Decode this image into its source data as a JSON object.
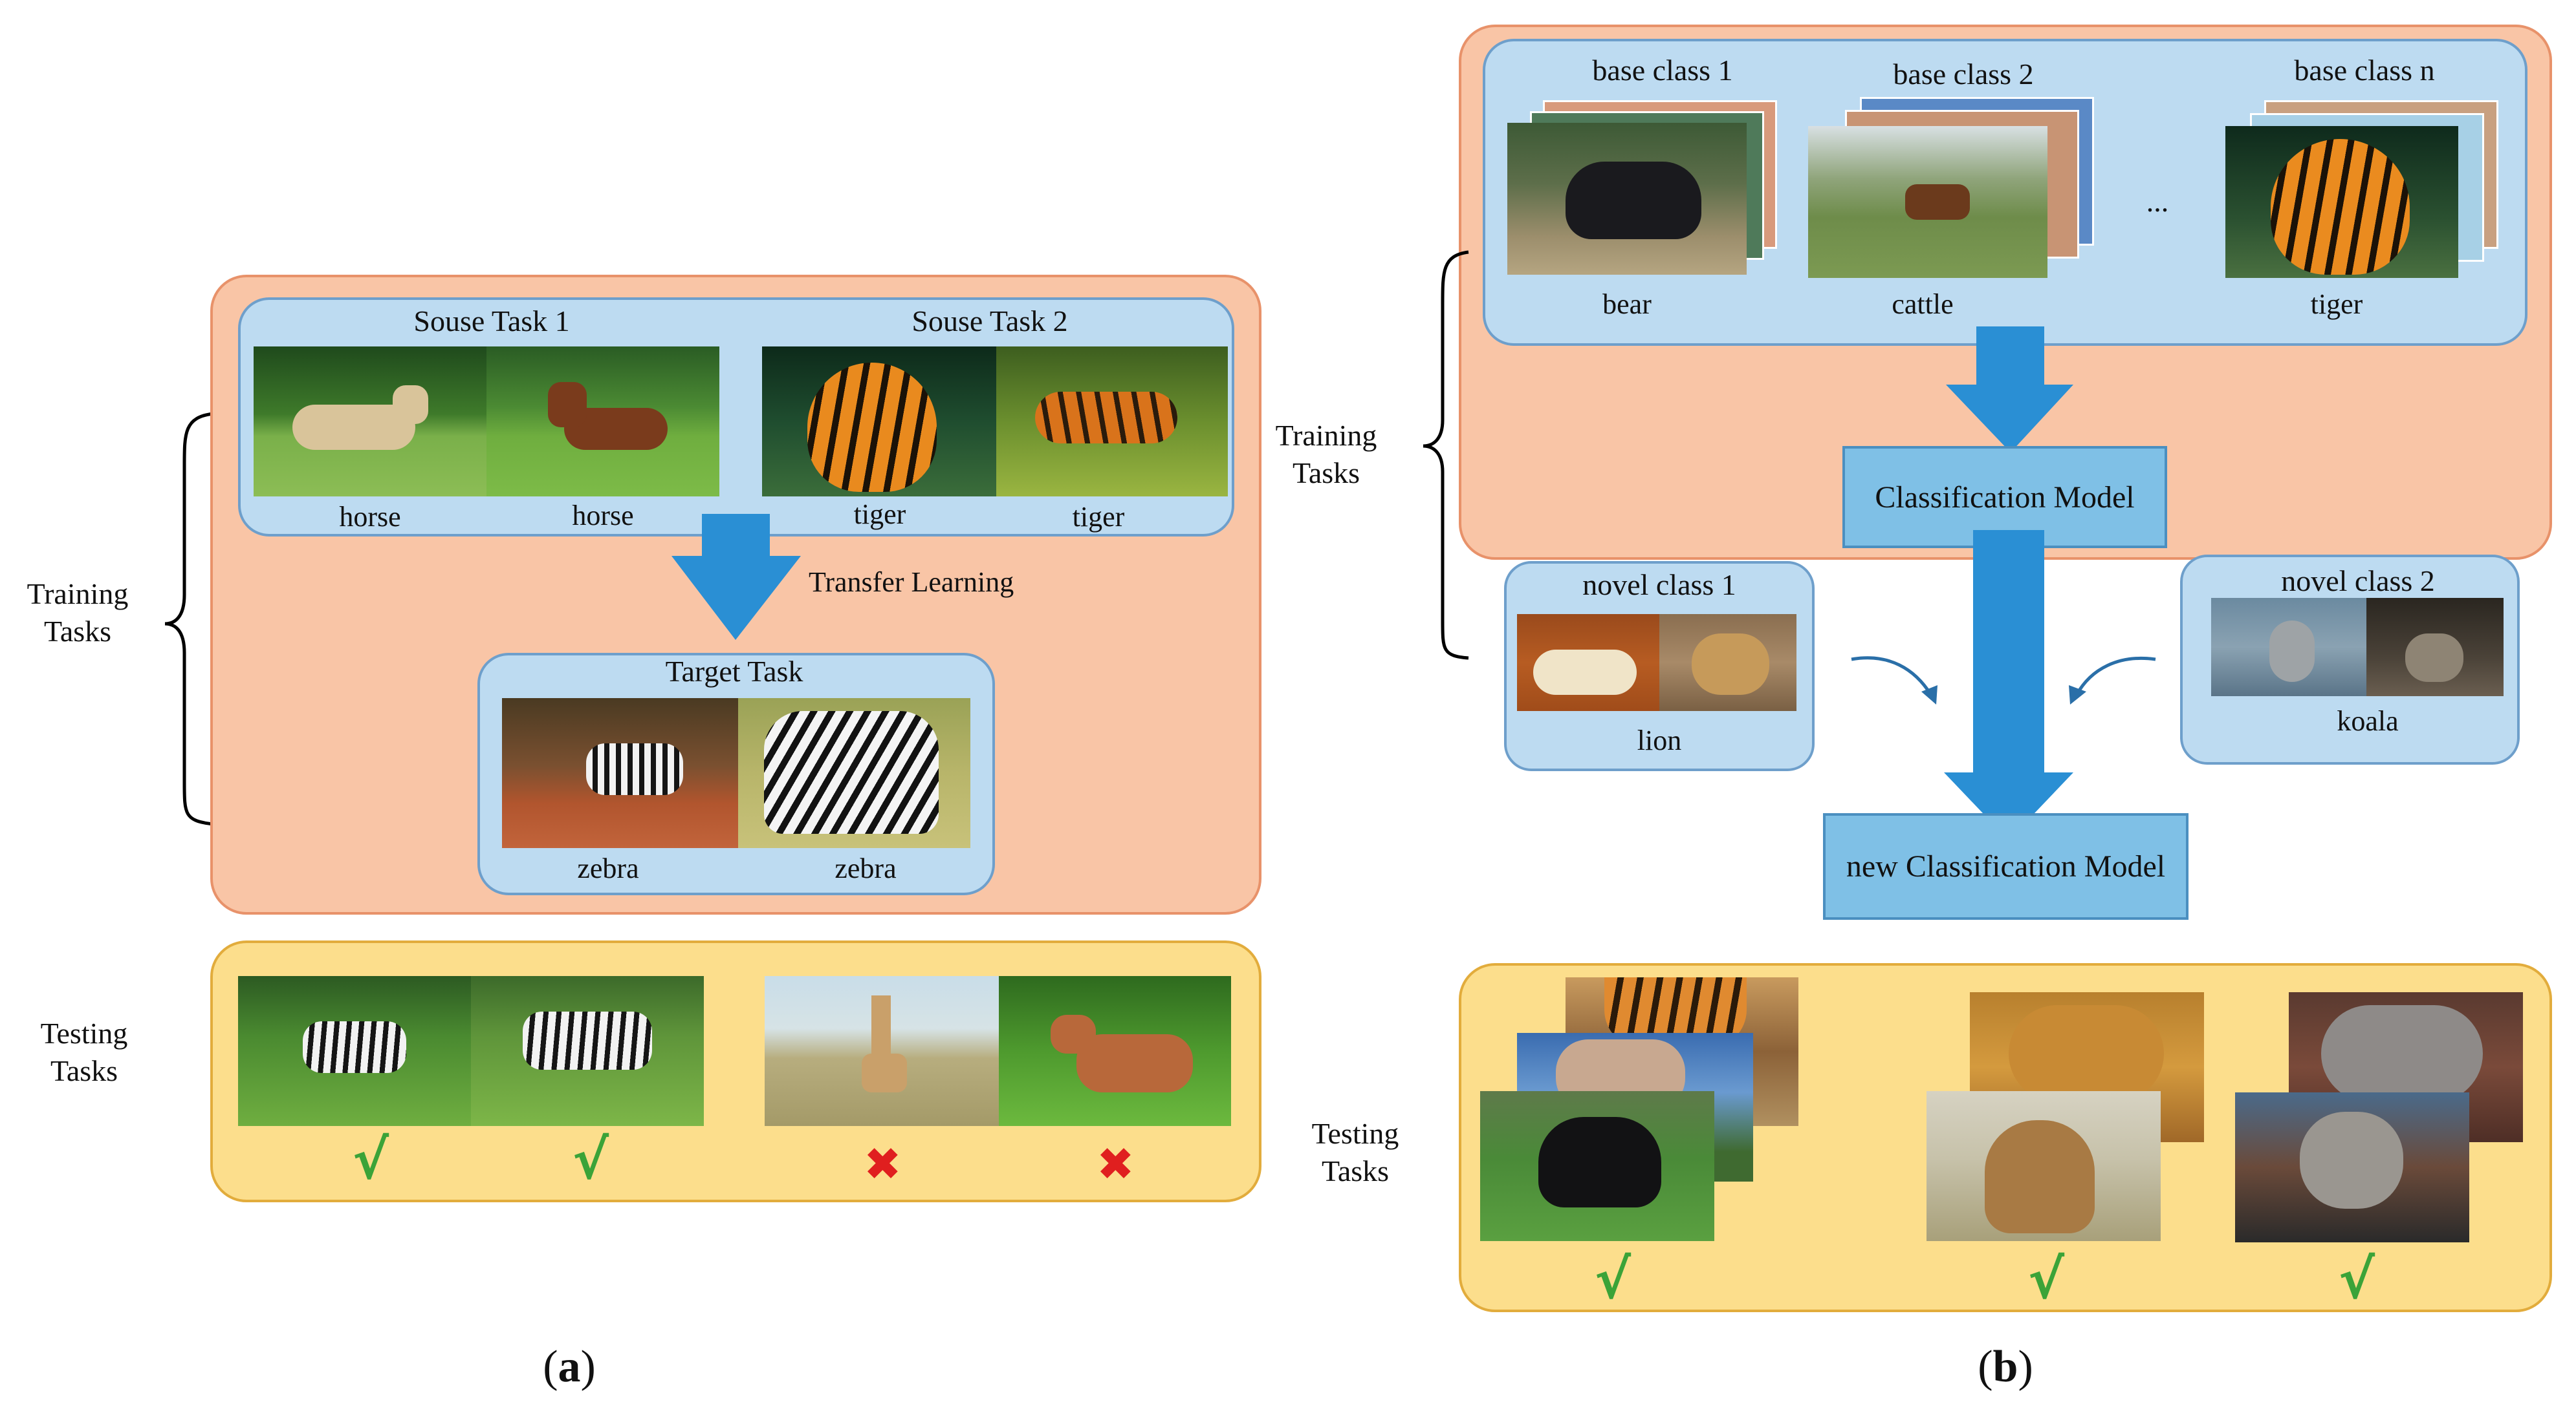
{
  "panel_a": {
    "training_label": "Training\nTasks",
    "testing_label": "Testing\nTasks",
    "source_task_1": "Souse Task 1",
    "source_task_2": "Souse Task 2",
    "source_images": [
      "horse",
      "horse",
      "tiger",
      "tiger"
    ],
    "transfer_label": "Transfer Learning",
    "target_task": "Target Task",
    "target_images": [
      "zebra",
      "zebra"
    ],
    "test_marks": [
      "√",
      "√",
      "✖",
      "✖"
    ],
    "caption_open": "(",
    "caption_letter": "a",
    "caption_close": ")"
  },
  "panel_b": {
    "training_label": "Training\nTasks",
    "testing_label": "Testing\nTasks",
    "base_classes": [
      {
        "title": "base class 1",
        "label": "bear"
      },
      {
        "title": "base class 2",
        "label": "cattle"
      },
      {
        "title": "base class n",
        "label": "tiger"
      }
    ],
    "ellipsis": "...",
    "classification_model": "Classification Model",
    "novel_class_1": {
      "title": "novel class 1",
      "label": "lion"
    },
    "novel_class_2": {
      "title": "novel class 2",
      "label": "koala"
    },
    "new_model": "new Classification Model",
    "test_marks": [
      "√",
      "√",
      "√"
    ],
    "caption_open": "(",
    "caption_letter": "b",
    "caption_close": ")"
  },
  "colors": {
    "training_fill": "#F9C5A6",
    "testing_fill": "#FCDE8C",
    "task_box_fill": "#BDDBF1",
    "arrow": "#2A8FD4",
    "check": "#3BA338",
    "cross": "#E01F1F"
  }
}
